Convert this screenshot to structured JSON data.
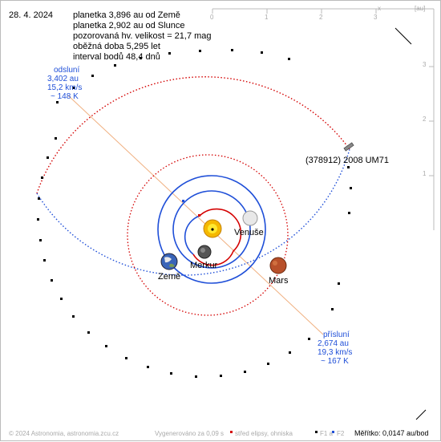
{
  "header": {
    "date": "28. 4. 2024",
    "info_lines": [
      "planetka 3,896 au od Země",
      "planetka 2,902 au od Slunce",
      "pozorovaná hv. velikost = 21,7 mag",
      "oběžná doba 5,295 let",
      "interval bodů 48,4 dnů"
    ]
  },
  "axes": {
    "x_ticks": [
      "0",
      "1",
      "2",
      "3"
    ],
    "y_ticks": [
      "1",
      "2",
      "3"
    ],
    "x_label": "x",
    "unit_label": "[au]"
  },
  "aphelion": {
    "title": "odsluní",
    "distance": "3,402 au",
    "speed": "15,2 km/s",
    "temp": "~ 148 K"
  },
  "perihelion": {
    "title": "přísluní",
    "distance": "2,674 au",
    "speed": "19,3 km/s",
    "temp": "~ 167 K"
  },
  "asteroid": {
    "name": "(378912) 2008 UM71"
  },
  "planets": {
    "venus": "Venuše",
    "mercury": "Merkur",
    "earth": "Země",
    "mars": "Mars"
  },
  "footer": {
    "copyright": "© 2024 Astronomia, astronomia.zcu.cz",
    "generated": "Vygenerováno za 0,09 s",
    "legend_center": "střed elipsy, ohniska",
    "legend_f1": "F1 a",
    "legend_f2": "F2",
    "scale": "Měřítko: 0,0147 au/bod"
  },
  "colors": {
    "orbit_blue": "#1f4fd8",
    "orbit_red": "#d40000",
    "aphelion_line": "#f0b080"
  },
  "icons": {
    "sun": "sun-icon",
    "spacecraft": "asteroid-marker-icon"
  }
}
